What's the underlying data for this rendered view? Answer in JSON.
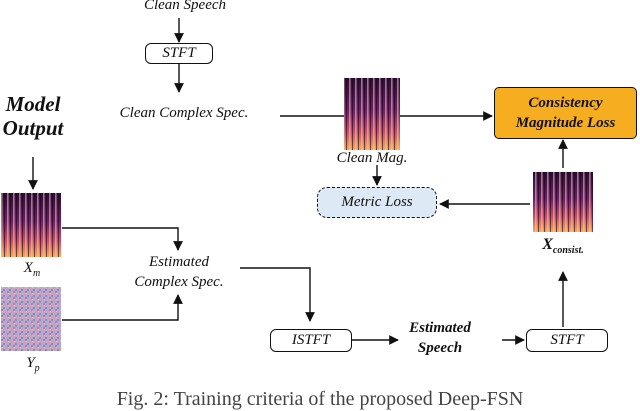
{
  "labels": {
    "clean_speech": "Clean Speech",
    "clean_complex_spec": "Clean Complex Spec.",
    "model_output_line1": "Model",
    "model_output_line2": "Output",
    "clean_mag": "Clean Mag.",
    "estimated_complex_line1": "Estimated",
    "estimated_complex_line2": "Complex Spec.",
    "xm_base": "X",
    "xm_sub": "m",
    "yp_base": "Y",
    "yp_sub": "p",
    "xconsist_base": "X",
    "xconsist_sub": "consist.",
    "estimated_speech_line1": "Estimated",
    "estimated_speech_line2": "Speech"
  },
  "boxes": {
    "stft_top": "STFT",
    "consistency_line1": "Consistency",
    "consistency_line2": "Magnitude Loss",
    "metric_loss": "Metric Loss",
    "istft": "ISTFT",
    "stft_bottom": "STFT"
  },
  "caption": "Fig. 2: Training criteria of the proposed Deep-FSN",
  "icons": {
    "spectrogram": "spectrogram-image",
    "phase_noise": "phase-noise-image"
  },
  "colors": {
    "orange_box": "#f6ad1f",
    "metric_box": "#dde9f5",
    "spec_bright": "#f6a95a",
    "spec_dark": "#2a0a3a"
  }
}
